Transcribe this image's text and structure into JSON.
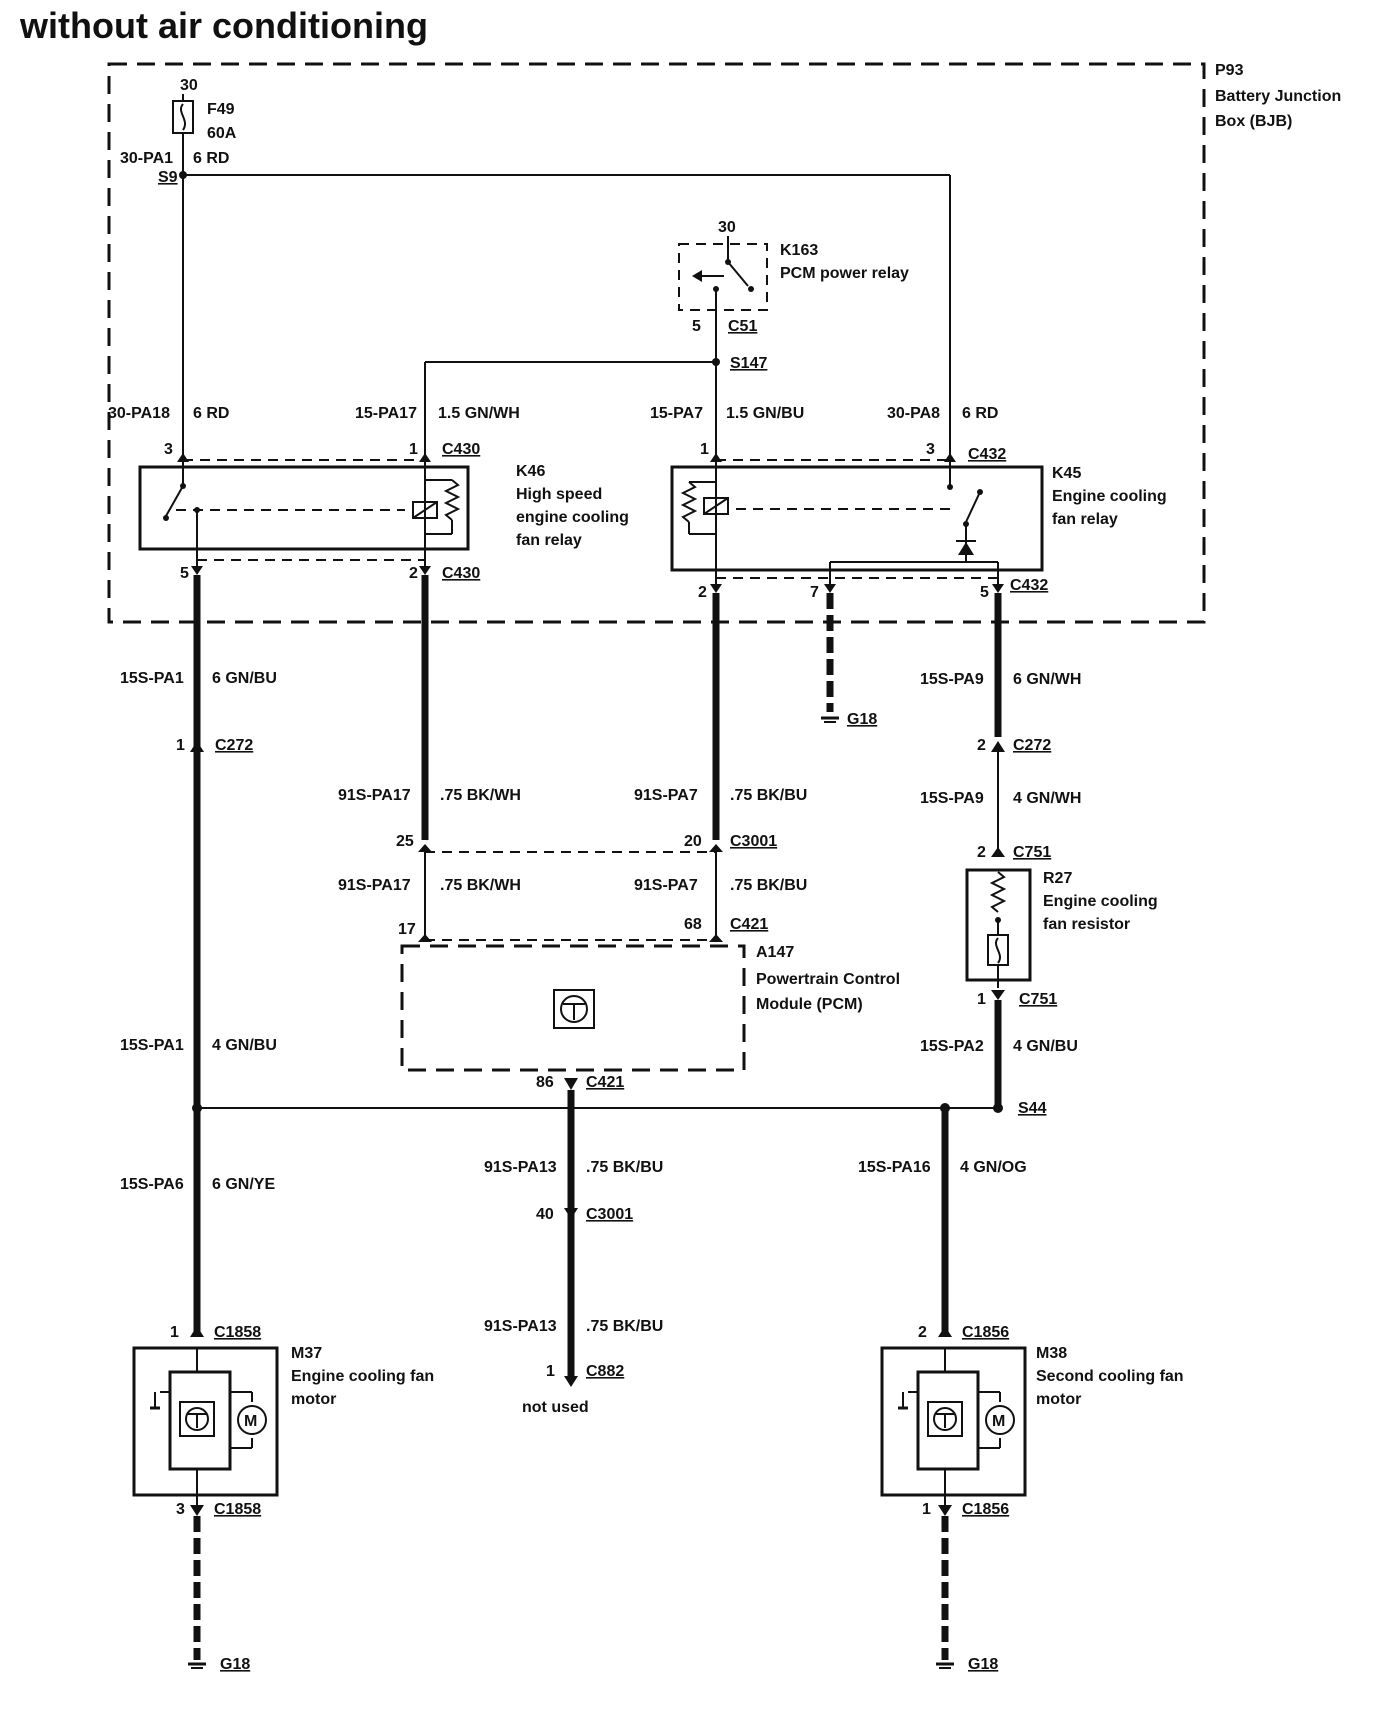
{
  "title": "without air conditioning",
  "bjb": {
    "code": "P93",
    "name_line1": "Battery Junction",
    "name_line2": "Box (BJB)"
  },
  "fuse": {
    "pin": "30",
    "code": "F49",
    "rating": "60A"
  },
  "circuits": {
    "c30pa1": "30-PA1",
    "c30pa1_wire": "6 RD",
    "s9": "S9",
    "c30pa18": "30-PA18",
    "c30pa18_wire": "6 RD",
    "c15pa17": "15-PA17",
    "c15pa17_wire": "1.5 GN/WH",
    "c15pa7": "15-PA7",
    "c15pa7_wire": "1.5 GN/BU",
    "c30pa8": "30-PA8",
    "c30pa8_wire": "6 RD",
    "c15spa1a": "15S-PA1",
    "c15spa1a_wire": "6 GN/BU",
    "c15spa9a": "15S-PA9",
    "c15spa9a_wire": "6 GN/WH",
    "c15spa9b": "15S-PA9",
    "c15spa9b_wire": "4 GN/WH",
    "c91spa17a": "91S-PA17",
    "c91spa17a_wire": ".75 BK/WH",
    "c91spa7a": "91S-PA7",
    "c91spa7a_wire": ".75 BK/BU",
    "c91spa17b": "91S-PA17",
    "c91spa17b_wire": ".75 BK/WH",
    "c91spa7b": "91S-PA7",
    "c91spa7b_wire": ".75 BK/BU",
    "c15spa1b": "15S-PA1",
    "c15spa1b_wire": "4 GN/BU",
    "c15spa2": "15S-PA2",
    "c15spa2_wire": "4 GN/BU",
    "c15spa6": "15S-PA6",
    "c15spa6_wire": "6 GN/YE",
    "c91spa13a": "91S-PA13",
    "c91spa13a_wire": ".75 BK/BU",
    "c91spa13b": "91S-PA13",
    "c91spa13b_wire": ".75 BK/BU",
    "c15spa16": "15S-PA16",
    "c15spa16_wire": "4 GN/OG"
  },
  "k163": {
    "code": "K163",
    "name": "PCM power relay",
    "pin_top": "30",
    "pin_bottom": "5",
    "connector": "C51",
    "splice": "S147"
  },
  "k46": {
    "code": "K46",
    "name_line1": "High speed",
    "name_line2": "engine cooling",
    "name_line3": "fan relay",
    "pin3": "3",
    "pin1": "1",
    "pin5": "5",
    "pin2": "2",
    "conn_top": "C430",
    "conn_bottom": "C430"
  },
  "k45": {
    "code": "K45",
    "name_line1": "Engine cooling",
    "name_line2": "fan relay",
    "pin1": "1",
    "pin3": "3",
    "pin2": "2",
    "pin7": "7",
    "pin5": "5",
    "conn_top": "C432",
    "conn_bottom": "C432"
  },
  "ground_k45": "G18",
  "c272": {
    "pin_left": "1",
    "pin_right": "2",
    "label_left": "C272",
    "label_right": "C272"
  },
  "c3001_top": {
    "pin_left": "25",
    "pin_right": "20",
    "label": "C3001"
  },
  "c421_top": {
    "pin_left": "17",
    "pin_right": "68",
    "label": "C421"
  },
  "pcm": {
    "code": "A147",
    "name_line1": "Powertrain Control",
    "name_line2": "Module (PCM)",
    "pin_bottom": "86",
    "conn_bottom": "C421"
  },
  "r27": {
    "code": "R27",
    "name_line1": "Engine cooling",
    "name_line2": "fan resistor",
    "pin_top": "2",
    "conn_top": "C751",
    "pin_bottom": "1",
    "conn_bottom": "C751"
  },
  "s44": "S44",
  "c3001_mid": {
    "pin": "40",
    "label": "C3001"
  },
  "c882": {
    "pin": "1",
    "label": "C882",
    "note": "not used"
  },
  "m37": {
    "code": "M37",
    "name_line1": "Engine cooling fan",
    "name_line2": "motor",
    "pin_top": "1",
    "conn_top": "C1858",
    "pin_bottom": "3",
    "conn_bottom": "C1858",
    "ground": "G18"
  },
  "m38": {
    "code": "M38",
    "name_line1": "Second cooling fan",
    "name_line2": "motor",
    "pin_top": "2",
    "conn_top": "C1856",
    "pin_bottom": "1",
    "conn_bottom": "C1856",
    "ground": "G18"
  }
}
